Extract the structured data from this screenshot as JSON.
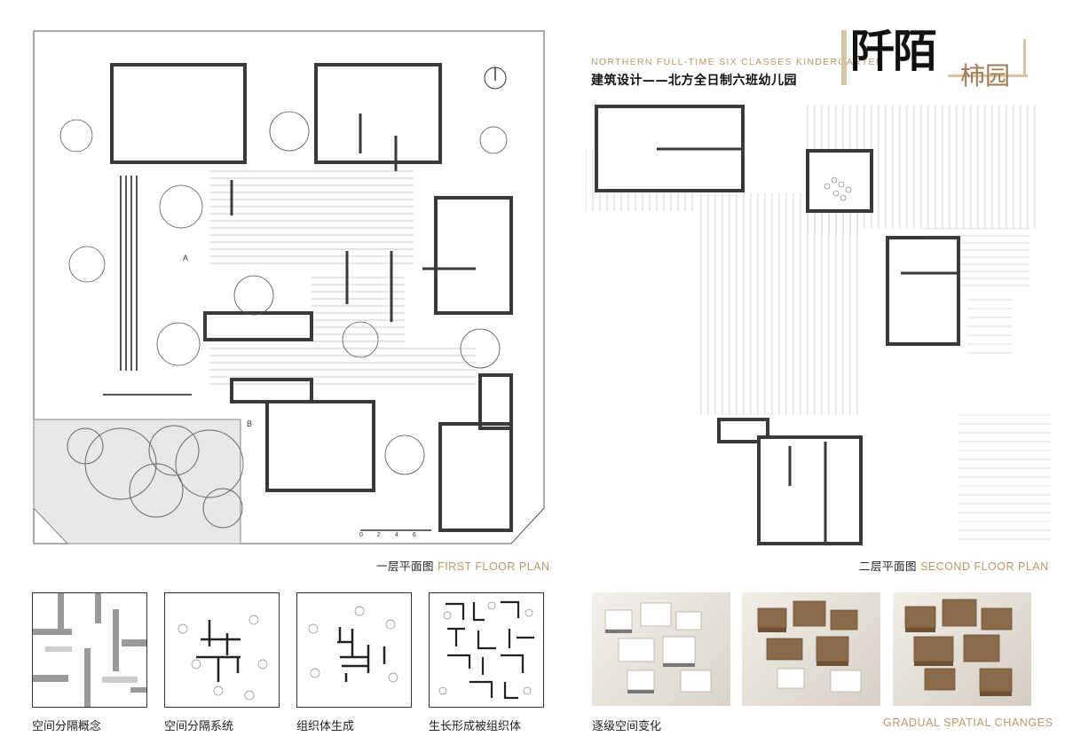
{
  "header": {
    "title_en": "NORTHERN FULL-TIME SIX CLASSES KINDERGARTEN",
    "title_zh": "建筑设计——北方全日制六班幼儿园",
    "logo_main": "阡陌",
    "logo_sub": "柿园"
  },
  "plans": {
    "first": {
      "label_zh": "一层平面图",
      "label_en": "FIRST FLOOR PLAN"
    },
    "second": {
      "label_zh": "二层平面图",
      "label_en": "SECOND FLOOR PLAN"
    },
    "markers": {
      "section_a": "A",
      "section_b": "B",
      "scale_ticks": [
        "0",
        "2",
        "4",
        "6"
      ]
    }
  },
  "diagrams": [
    {
      "label": "空间分隔概念"
    },
    {
      "label": "空间分隔系统"
    },
    {
      "label": "组织体生成"
    },
    {
      "label": "生长形成被组织体"
    }
  ],
  "models": {
    "label_zh": "逐级空间变化",
    "label_en": "GRADUAL SPATIAL CHANGES"
  },
  "colors": {
    "accent": "#b8986a",
    "wall": "#3a3a3a",
    "wood": "#8a6a48"
  }
}
